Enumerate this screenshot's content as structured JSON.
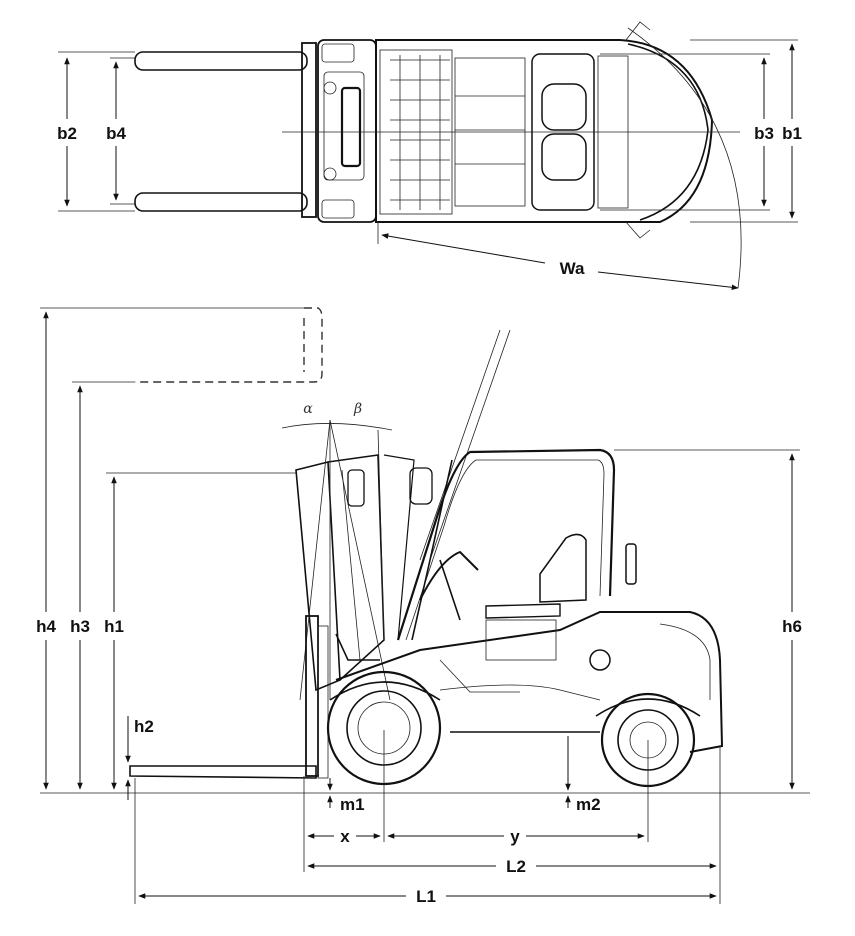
{
  "labels": {
    "b1": "b1",
    "b2": "b2",
    "b3": "b3",
    "b4": "b4",
    "wa": "Wa",
    "alpha": "α",
    "beta": "β",
    "h1": "h1",
    "h2": "h2",
    "h3": "h3",
    "h4": "h4",
    "h6": "h6",
    "m1": "m1",
    "m2": "m2",
    "x": "x",
    "y": "y",
    "l1": "L1",
    "l2": "L2"
  }
}
